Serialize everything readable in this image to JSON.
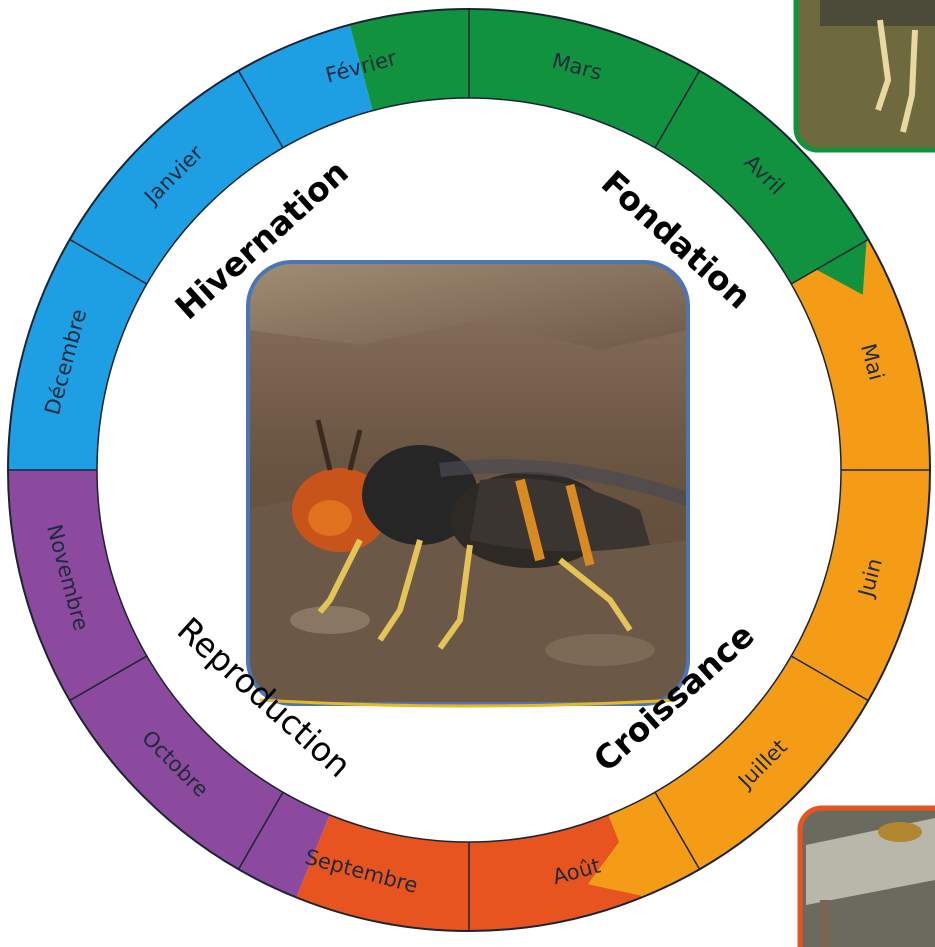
{
  "months": [
    "Janvier",
    "Février",
    "Mars",
    "Avril",
    "Mai",
    "Juin",
    "Juillet",
    "Août",
    "Septembre",
    "Octobre",
    "Novembre",
    "Décembre"
  ],
  "phases": [
    {
      "id": "hivernation",
      "label": "Hivernation"
    },
    {
      "id": "fondation",
      "label": "Fondation"
    },
    {
      "id": "croissance",
      "label": "Croissance"
    },
    {
      "id": "reproduction",
      "label": "Reproduction"
    }
  ],
  "colors": {
    "hivernation": "#1e9ee3",
    "fondation": "#11923e",
    "croissance": "#f49c16",
    "reproduction_early": "#e8541f",
    "reproduction": "#8b4a9e",
    "outline": "#1a2433",
    "photo_border": "#4a76b8"
  },
  "photos": [
    {
      "id": "center-photo",
      "subject": "Asian hornet queen at soil nest"
    },
    {
      "id": "top-right-photo",
      "subject": "hornet legs close-up"
    },
    {
      "id": "bottom-right-photo",
      "subject": "hornets on wood"
    }
  ]
}
